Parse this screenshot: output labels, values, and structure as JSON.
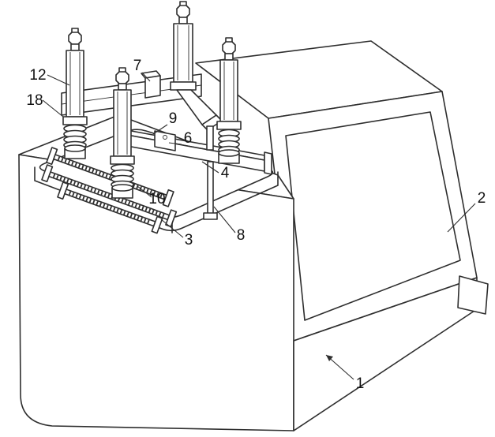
{
  "figure": {
    "kind": "patent-style-technical-drawing",
    "background": "#ffffff",
    "line_color": "#2e2e2e",
    "label_color": "#111111"
  },
  "labels": [
    {
      "text": "12",
      "target": "clamp-unit-left"
    },
    {
      "text": "18",
      "target": "clamp-unit-left-spring"
    },
    {
      "text": "7",
      "target": "sensor-block"
    },
    {
      "text": "9",
      "target": "guide-rail"
    },
    {
      "text": "6",
      "target": "slider-carriage"
    },
    {
      "text": "4",
      "target": "cross-beam"
    },
    {
      "text": "10",
      "target": "lead-screw"
    },
    {
      "text": "3",
      "target": "work-table"
    },
    {
      "text": "8",
      "target": "support-rod"
    },
    {
      "text": "2",
      "target": "display-screen"
    },
    {
      "text": "1",
      "target": "machine-housing"
    }
  ]
}
